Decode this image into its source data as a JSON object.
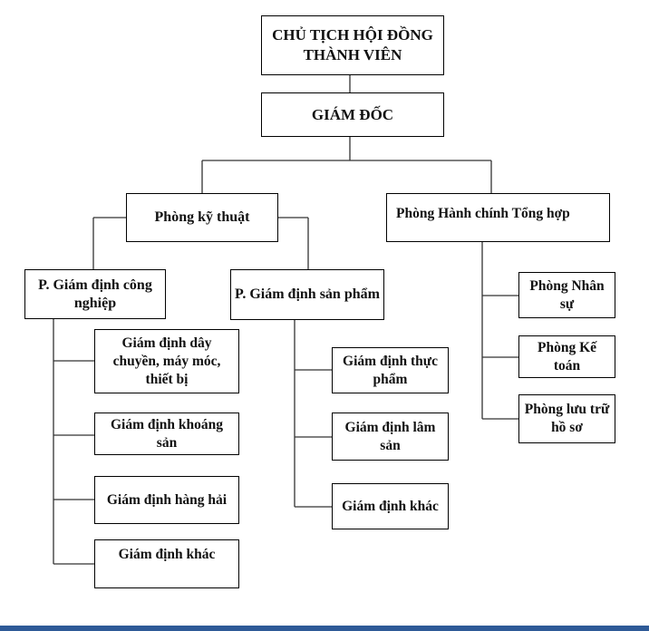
{
  "org_chart": {
    "chairman": {
      "label": "CHỦ TỊCH HỘI ĐỒNG THÀNH VIÊN"
    },
    "director": {
      "label": "GIÁM ĐỐC"
    },
    "technical_department": {
      "label": "Phòng kỹ thuật",
      "children": [
        {
          "label": "P. Giám định công nghiệp",
          "children": [
            {
              "label": "Giám định dây chuyền, máy móc, thiết bị"
            },
            {
              "label": "Giám định khoáng sản"
            },
            {
              "label": "Giám định hàng hải"
            },
            {
              "label": "Giám định khác"
            }
          ]
        },
        {
          "label": "P. Giám định sản phẩm",
          "children": [
            {
              "label": "Giám định thực phẩm"
            },
            {
              "label": "Giám định lâm sản"
            },
            {
              "label": "Giám định khác"
            }
          ]
        }
      ]
    },
    "admin_department": {
      "label": "Phòng Hành chính Tổng hợp",
      "children": [
        {
          "label": "Phòng Nhân sự"
        },
        {
          "label": "Phòng Kế toán"
        },
        {
          "label": "Phòng lưu trữ hồ sơ"
        }
      ]
    }
  },
  "colors": {
    "line": "#333333",
    "border": "#000000",
    "footer_bar": "#2e5a97"
  }
}
